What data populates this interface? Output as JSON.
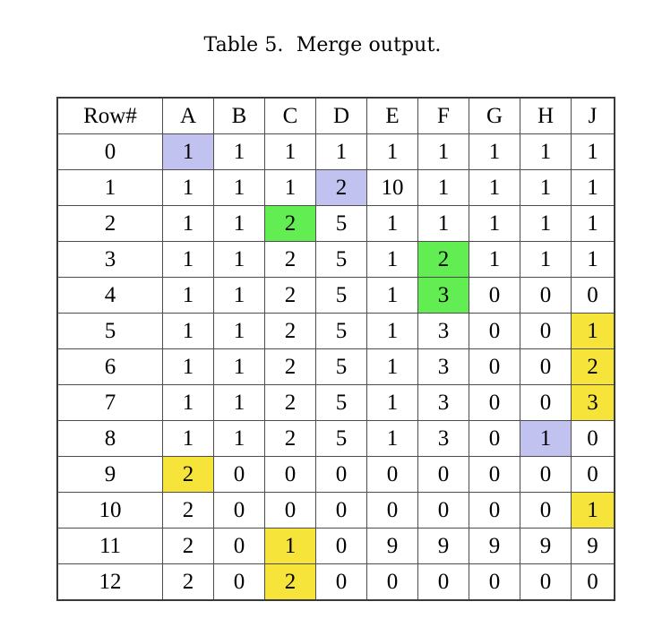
{
  "caption": "Table 5.  Merge output.",
  "colors": {
    "highlight_purple": "#c2c2f0",
    "highlight_green": "#62ee52",
    "highlight_yellow": "#f7e43a",
    "border": "#4d4d4d",
    "outer_border": "#3a3a3a",
    "background": "#ffffff",
    "text": "#000000"
  },
  "table": {
    "headers": [
      "Row#",
      "A",
      "B",
      "C",
      "D",
      "E",
      "F",
      "G",
      "H",
      "J"
    ],
    "rows": [
      {
        "row": "0",
        "cells": [
          {
            "v": "1",
            "hl": "purple"
          },
          {
            "v": "1",
            "hl": null
          },
          {
            "v": "1",
            "hl": null
          },
          {
            "v": "1",
            "hl": null
          },
          {
            "v": "1",
            "hl": null
          },
          {
            "v": "1",
            "hl": null
          },
          {
            "v": "1",
            "hl": null
          },
          {
            "v": "1",
            "hl": null
          },
          {
            "v": "1",
            "hl": null
          }
        ]
      },
      {
        "row": "1",
        "cells": [
          {
            "v": "1",
            "hl": null
          },
          {
            "v": "1",
            "hl": null
          },
          {
            "v": "1",
            "hl": null
          },
          {
            "v": "2",
            "hl": "purple"
          },
          {
            "v": "10",
            "hl": null
          },
          {
            "v": "1",
            "hl": null
          },
          {
            "v": "1",
            "hl": null
          },
          {
            "v": "1",
            "hl": null
          },
          {
            "v": "1",
            "hl": null
          }
        ]
      },
      {
        "row": "2",
        "cells": [
          {
            "v": "1",
            "hl": null
          },
          {
            "v": "1",
            "hl": null
          },
          {
            "v": "2",
            "hl": "green"
          },
          {
            "v": "5",
            "hl": null
          },
          {
            "v": "1",
            "hl": null
          },
          {
            "v": "1",
            "hl": null
          },
          {
            "v": "1",
            "hl": null
          },
          {
            "v": "1",
            "hl": null
          },
          {
            "v": "1",
            "hl": null
          }
        ]
      },
      {
        "row": "3",
        "cells": [
          {
            "v": "1",
            "hl": null
          },
          {
            "v": "1",
            "hl": null
          },
          {
            "v": "2",
            "hl": null
          },
          {
            "v": "5",
            "hl": null
          },
          {
            "v": "1",
            "hl": null
          },
          {
            "v": "2",
            "hl": "green"
          },
          {
            "v": "1",
            "hl": null
          },
          {
            "v": "1",
            "hl": null
          },
          {
            "v": "1",
            "hl": null
          }
        ]
      },
      {
        "row": "4",
        "cells": [
          {
            "v": "1",
            "hl": null
          },
          {
            "v": "1",
            "hl": null
          },
          {
            "v": "2",
            "hl": null
          },
          {
            "v": "5",
            "hl": null
          },
          {
            "v": "1",
            "hl": null
          },
          {
            "v": "3",
            "hl": "green"
          },
          {
            "v": "0",
            "hl": null
          },
          {
            "v": "0",
            "hl": null
          },
          {
            "v": "0",
            "hl": null
          }
        ]
      },
      {
        "row": "5",
        "cells": [
          {
            "v": "1",
            "hl": null
          },
          {
            "v": "1",
            "hl": null
          },
          {
            "v": "2",
            "hl": null
          },
          {
            "v": "5",
            "hl": null
          },
          {
            "v": "1",
            "hl": null
          },
          {
            "v": "3",
            "hl": null
          },
          {
            "v": "0",
            "hl": null
          },
          {
            "v": "0",
            "hl": null
          },
          {
            "v": "1",
            "hl": "yellow"
          }
        ]
      },
      {
        "row": "6",
        "cells": [
          {
            "v": "1",
            "hl": null
          },
          {
            "v": "1",
            "hl": null
          },
          {
            "v": "2",
            "hl": null
          },
          {
            "v": "5",
            "hl": null
          },
          {
            "v": "1",
            "hl": null
          },
          {
            "v": "3",
            "hl": null
          },
          {
            "v": "0",
            "hl": null
          },
          {
            "v": "0",
            "hl": null
          },
          {
            "v": "2",
            "hl": "yellow"
          }
        ]
      },
      {
        "row": "7",
        "cells": [
          {
            "v": "1",
            "hl": null
          },
          {
            "v": "1",
            "hl": null
          },
          {
            "v": "2",
            "hl": null
          },
          {
            "v": "5",
            "hl": null
          },
          {
            "v": "1",
            "hl": null
          },
          {
            "v": "3",
            "hl": null
          },
          {
            "v": "0",
            "hl": null
          },
          {
            "v": "0",
            "hl": null
          },
          {
            "v": "3",
            "hl": "yellow"
          }
        ]
      },
      {
        "row": "8",
        "cells": [
          {
            "v": "1",
            "hl": null
          },
          {
            "v": "1",
            "hl": null
          },
          {
            "v": "2",
            "hl": null
          },
          {
            "v": "5",
            "hl": null
          },
          {
            "v": "1",
            "hl": null
          },
          {
            "v": "3",
            "hl": null
          },
          {
            "v": "0",
            "hl": null
          },
          {
            "v": "1",
            "hl": "purple"
          },
          {
            "v": "0",
            "hl": null
          }
        ]
      },
      {
        "row": "9",
        "cells": [
          {
            "v": "2",
            "hl": "yellow"
          },
          {
            "v": "0",
            "hl": null
          },
          {
            "v": "0",
            "hl": null
          },
          {
            "v": "0",
            "hl": null
          },
          {
            "v": "0",
            "hl": null
          },
          {
            "v": "0",
            "hl": null
          },
          {
            "v": "0",
            "hl": null
          },
          {
            "v": "0",
            "hl": null
          },
          {
            "v": "0",
            "hl": null
          }
        ]
      },
      {
        "row": "10",
        "cells": [
          {
            "v": "2",
            "hl": null
          },
          {
            "v": "0",
            "hl": null
          },
          {
            "v": "0",
            "hl": null
          },
          {
            "v": "0",
            "hl": null
          },
          {
            "v": "0",
            "hl": null
          },
          {
            "v": "0",
            "hl": null
          },
          {
            "v": "0",
            "hl": null
          },
          {
            "v": "0",
            "hl": null
          },
          {
            "v": "1",
            "hl": "yellow"
          }
        ]
      },
      {
        "row": "11",
        "cells": [
          {
            "v": "2",
            "hl": null
          },
          {
            "v": "0",
            "hl": null
          },
          {
            "v": "1",
            "hl": "yellow"
          },
          {
            "v": "0",
            "hl": null
          },
          {
            "v": "9",
            "hl": null
          },
          {
            "v": "9",
            "hl": null
          },
          {
            "v": "9",
            "hl": null
          },
          {
            "v": "9",
            "hl": null
          },
          {
            "v": "9",
            "hl": null
          }
        ]
      },
      {
        "row": "12",
        "cells": [
          {
            "v": "2",
            "hl": null
          },
          {
            "v": "0",
            "hl": null
          },
          {
            "v": "2",
            "hl": "yellow"
          },
          {
            "v": "0",
            "hl": null
          },
          {
            "v": "0",
            "hl": null
          },
          {
            "v": "0",
            "hl": null
          },
          {
            "v": "0",
            "hl": null
          },
          {
            "v": "0",
            "hl": null
          },
          {
            "v": "0",
            "hl": null
          }
        ]
      }
    ]
  }
}
